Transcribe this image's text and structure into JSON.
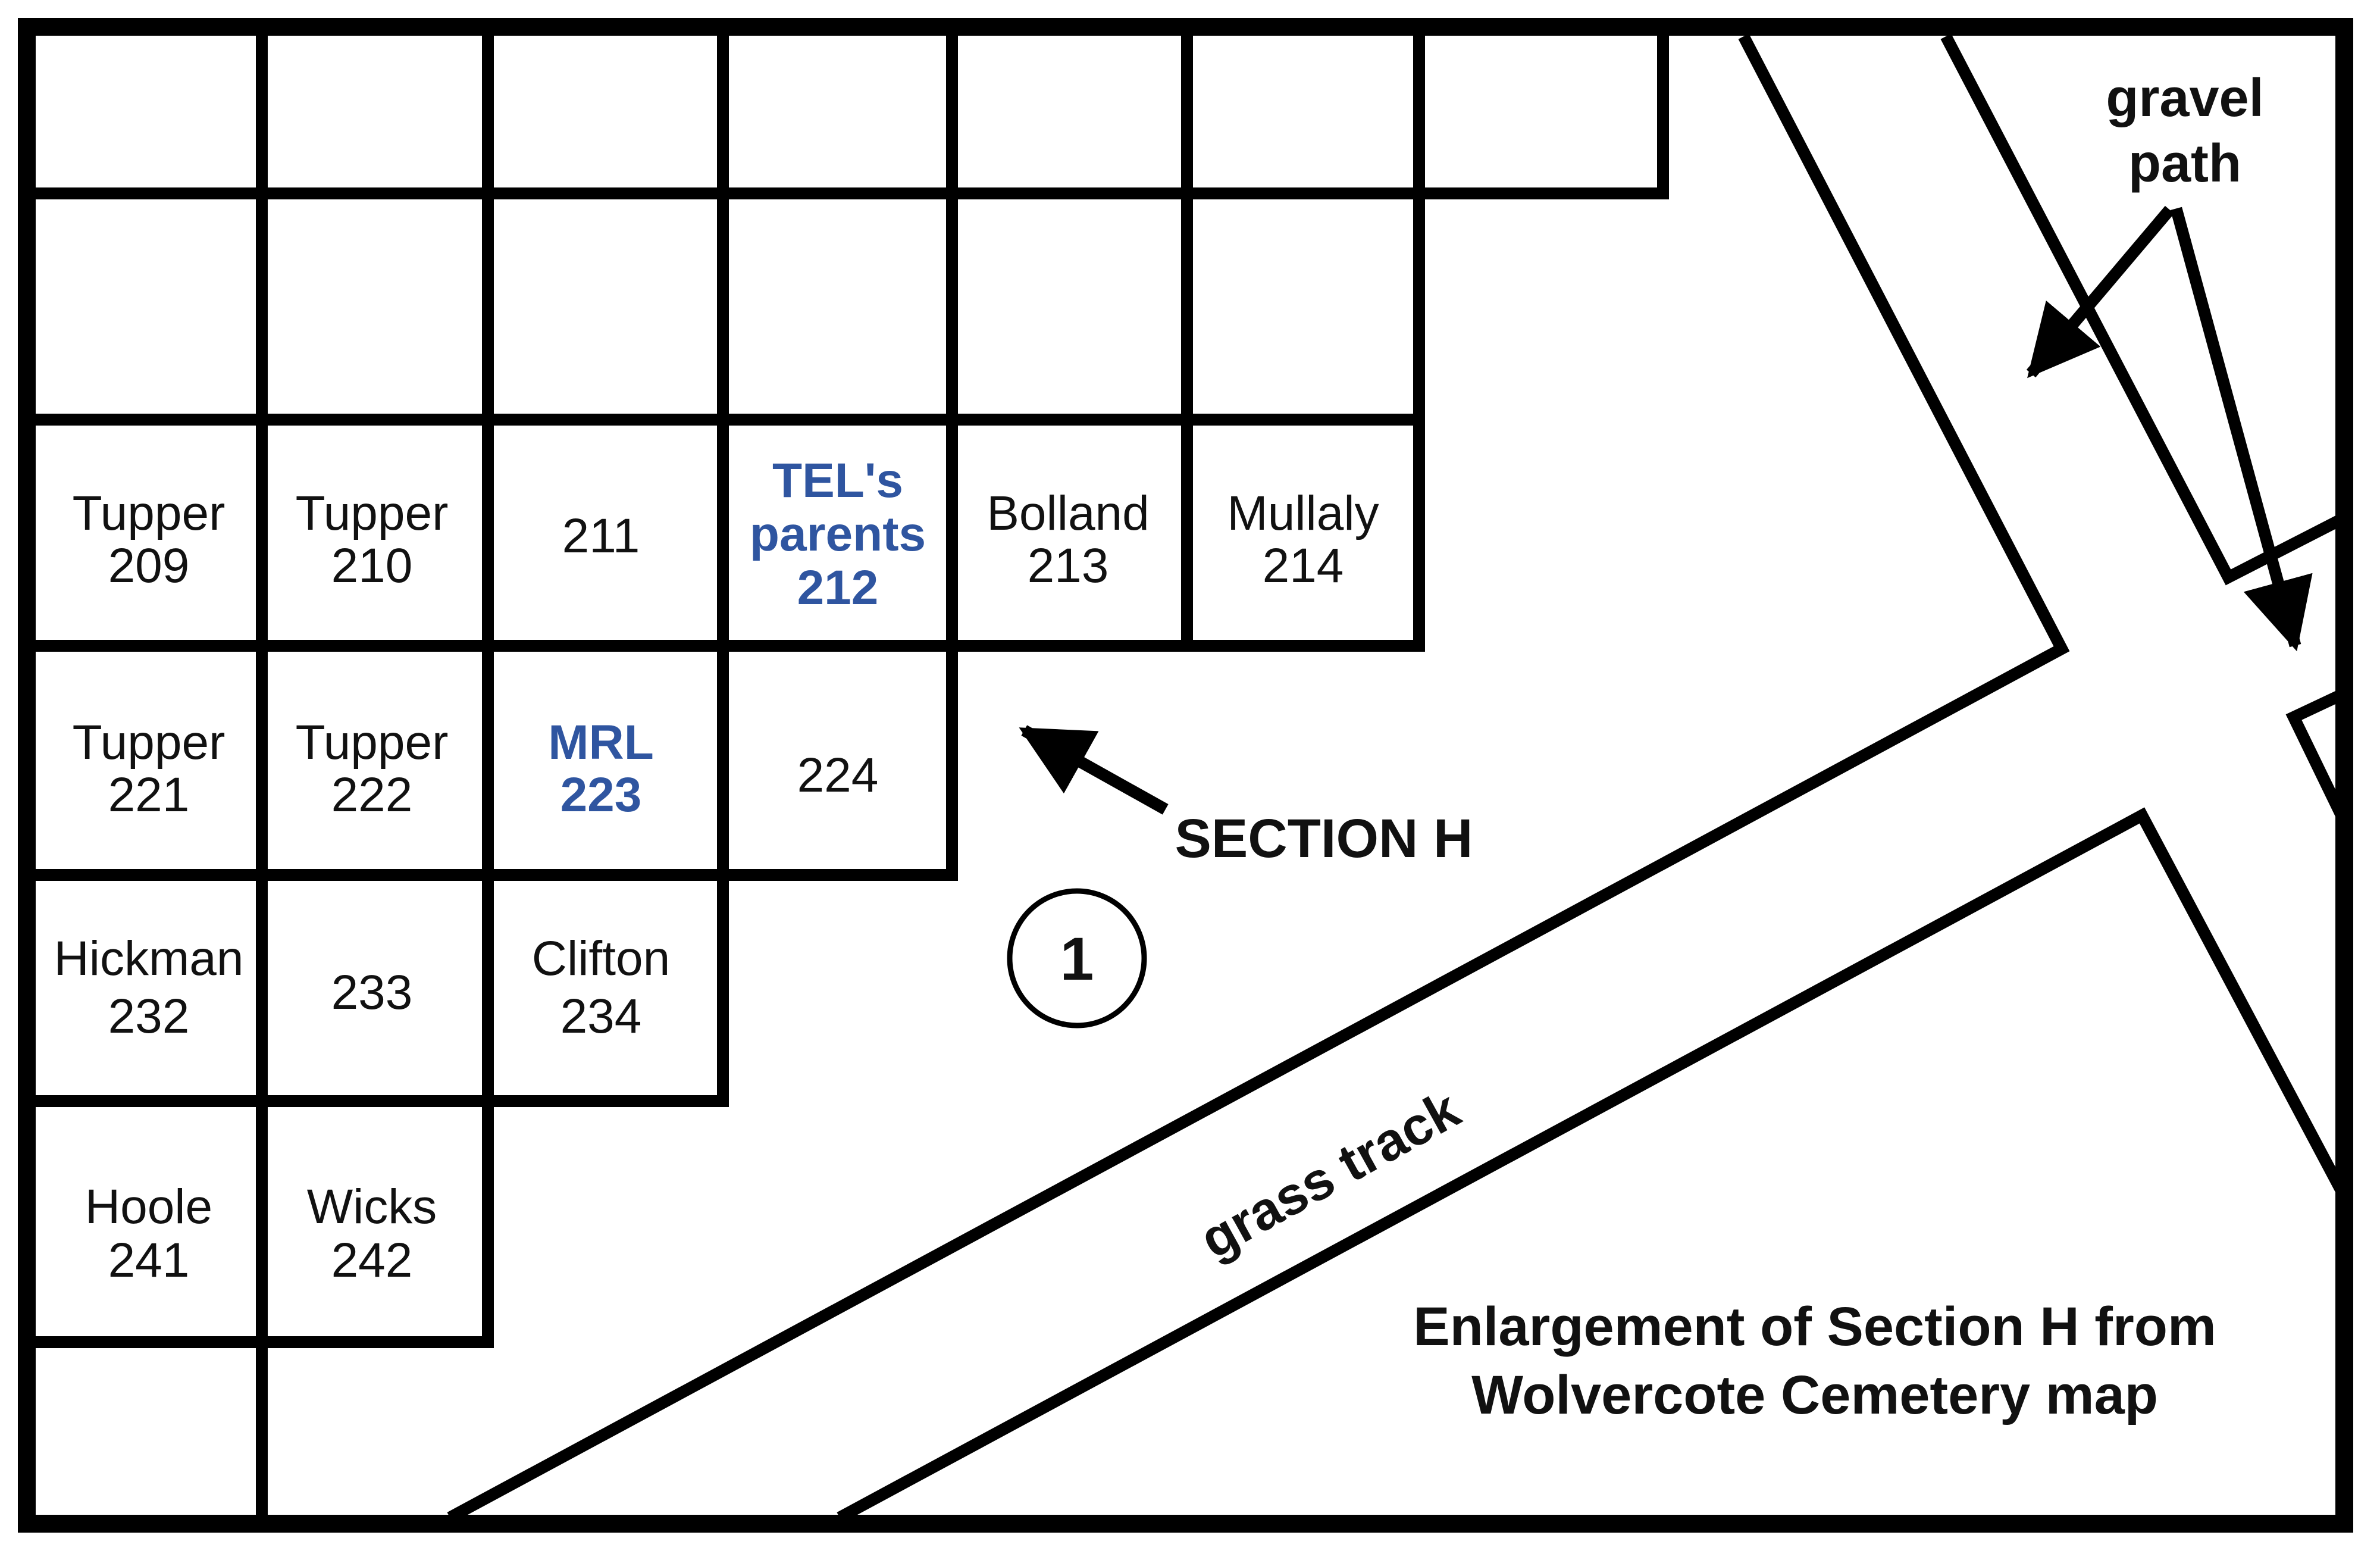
{
  "colors": {
    "ink": "#000000",
    "text": "#111111",
    "highlight": "#2f55a0",
    "background": "#ffffff"
  },
  "plots": {
    "p209": {
      "name": "Tupper",
      "number": "209"
    },
    "p210": {
      "name": "Tupper",
      "number": "210"
    },
    "p211": {
      "number": "211"
    },
    "p212": {
      "line1": "TEL's",
      "line2": "parents",
      "number": "212"
    },
    "p213": {
      "name": "Bolland",
      "number": "213"
    },
    "p214": {
      "name": "Mullaly",
      "number": "214"
    },
    "p221": {
      "name": "Tupper",
      "number": "221"
    },
    "p222": {
      "name": "Tupper",
      "number": "222"
    },
    "p223": {
      "name": "MRL",
      "number": "223"
    },
    "p224": {
      "number": "224"
    },
    "p232": {
      "name": "Hickman",
      "number": "232"
    },
    "p233": {
      "number": "233"
    },
    "p234": {
      "name": "Clifton",
      "number": "234"
    },
    "p241": {
      "name": "Hoole",
      "number": "241"
    },
    "p242": {
      "name": "Wicks",
      "number": "242"
    }
  },
  "labels": {
    "section": "SECTION H",
    "marker": "1",
    "gravel_line1": "gravel",
    "gravel_line2": "path",
    "grass_track": "grass track",
    "caption_line1": "Enlargement of Section H from",
    "caption_line2": "Wolvercote Cemetery map"
  }
}
